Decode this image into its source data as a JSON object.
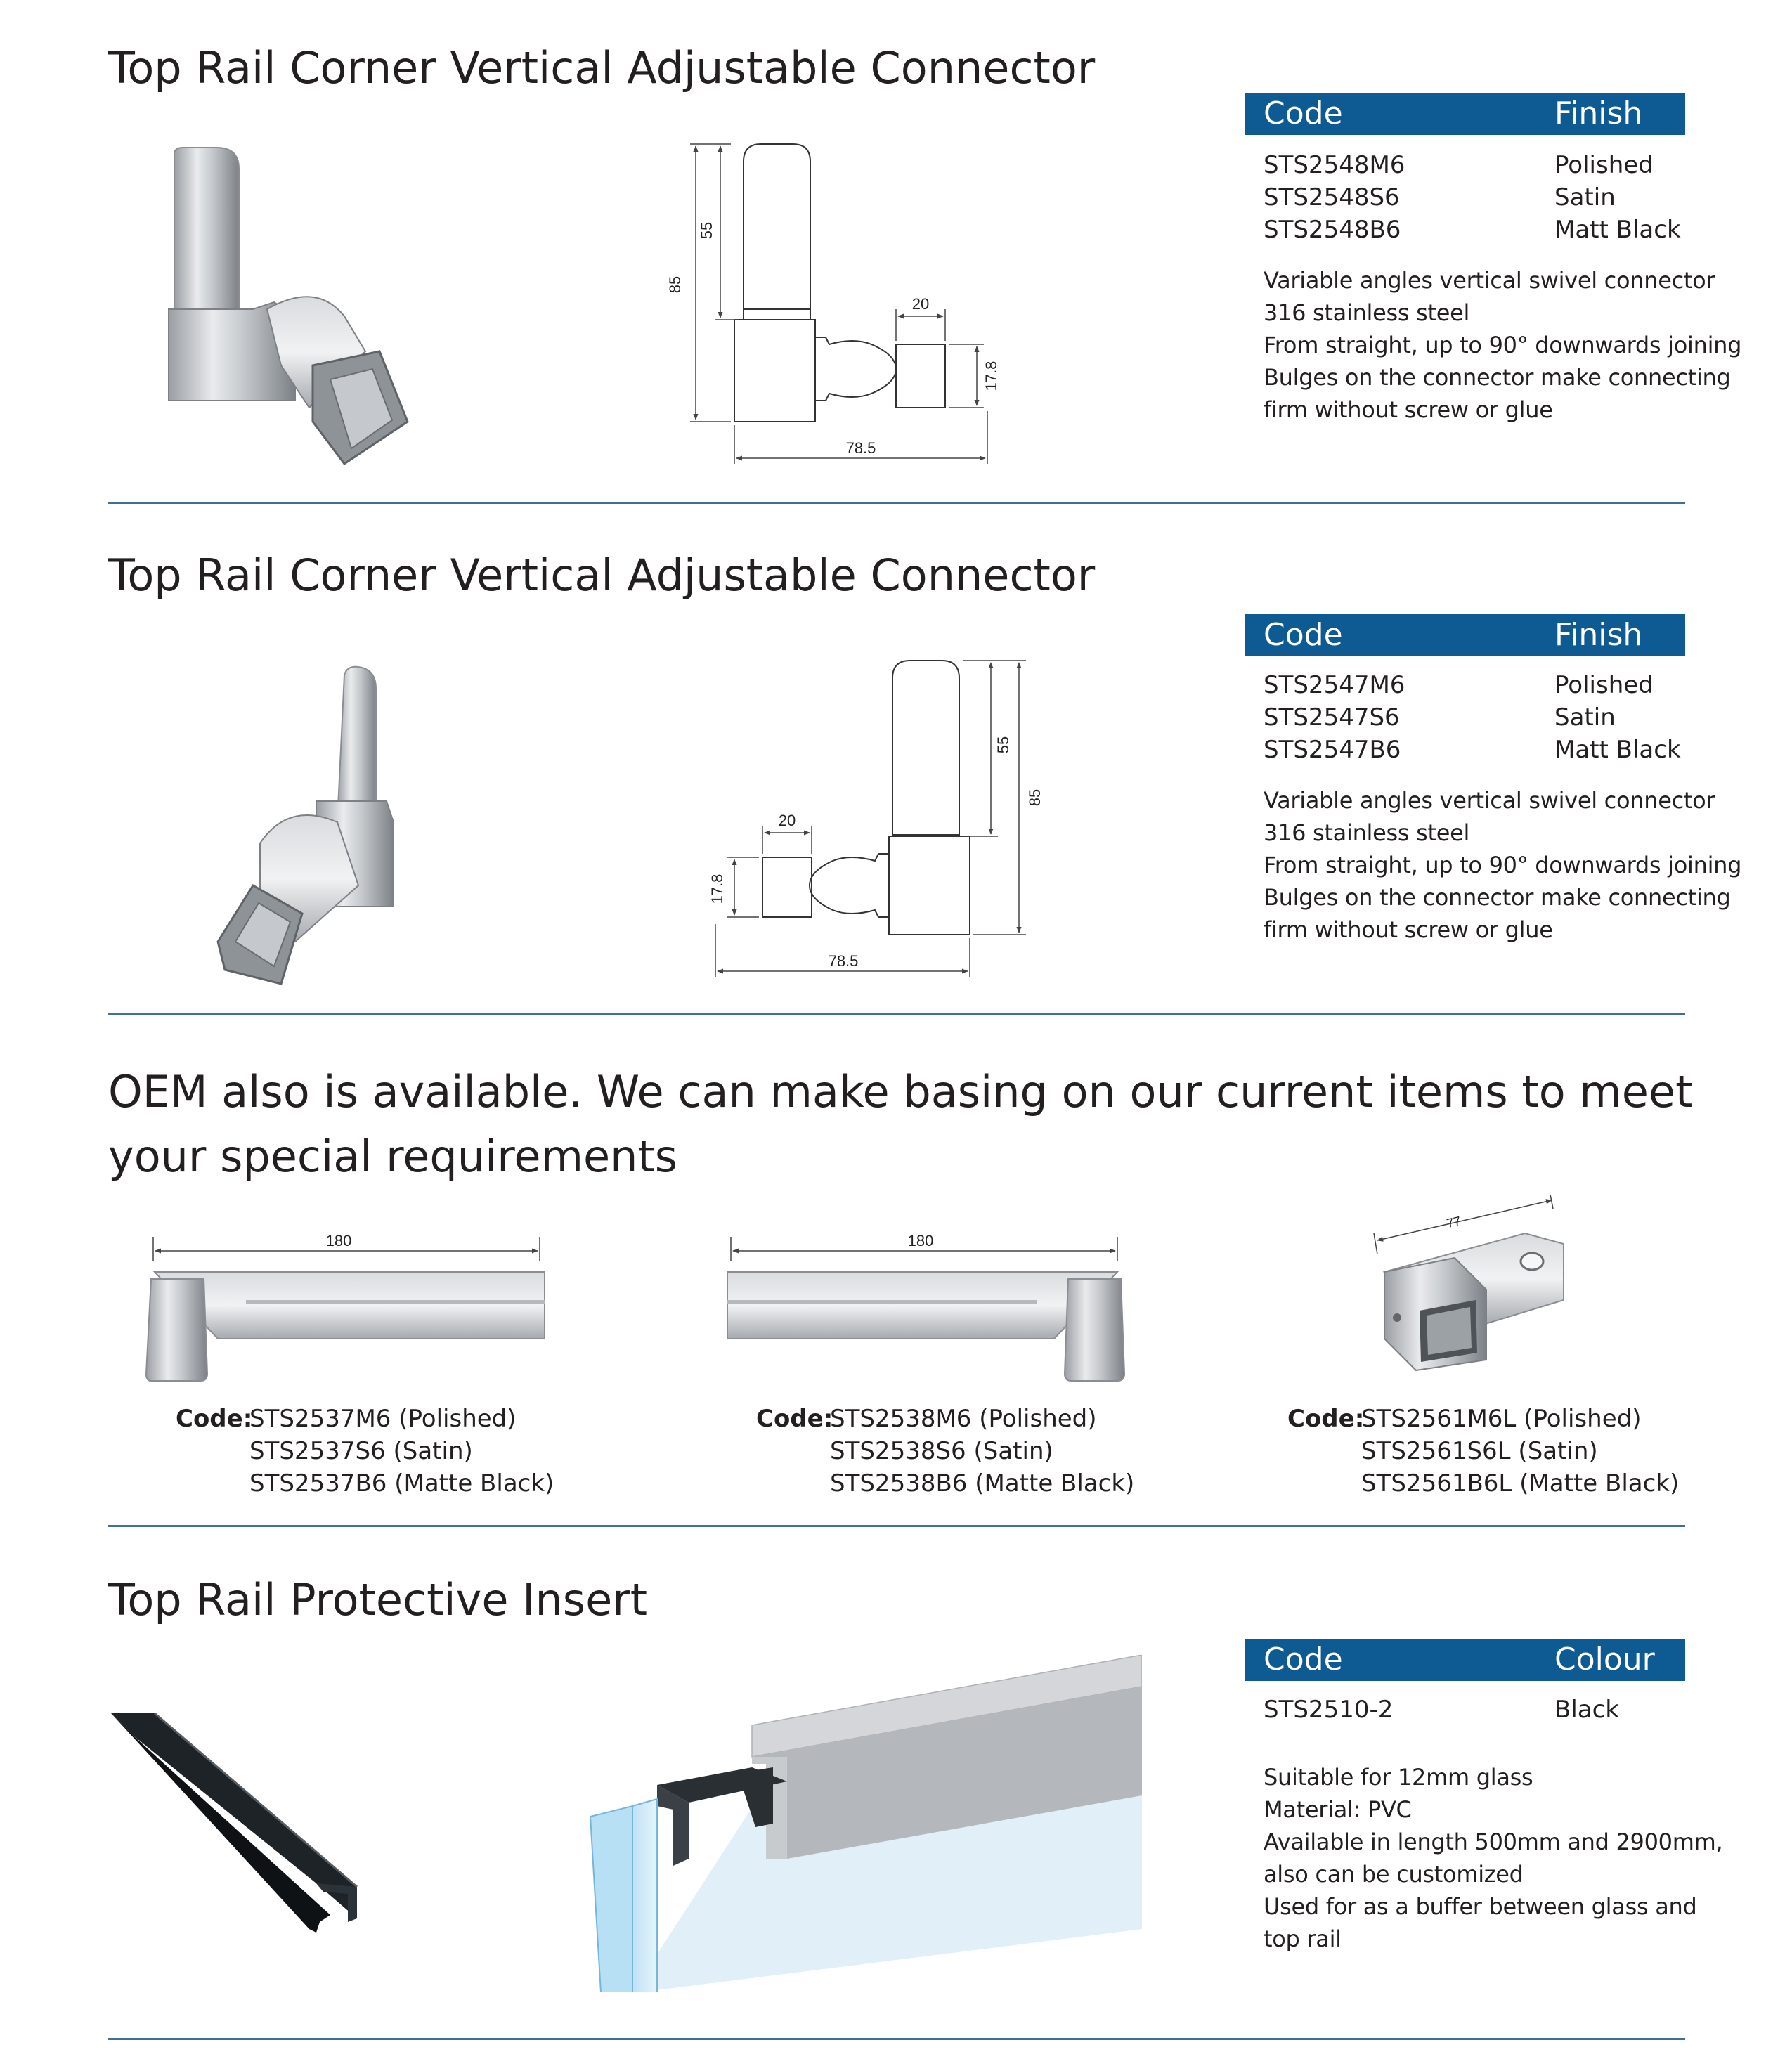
{
  "sections": [
    {
      "title": "Top Rail Corner Vertical Adjustable Connector",
      "table_headers": [
        "Code",
        "Finish"
      ],
      "rows": [
        {
          "code": "STS2548M6",
          "finish": "Polished"
        },
        {
          "code": "STS2548S6",
          "finish": "Satin"
        },
        {
          "code": "STS2548B6",
          "finish": "Matt Black"
        }
      ],
      "description": [
        "Variable angles vertical swivel connector",
        "316 stainless steel",
        "From straight, up to 90° downwards joining",
        "Bulges on the connector make connecting",
        "firm without screw or glue"
      ],
      "dims": {
        "d55": "55",
        "d85": "85",
        "d20": "20",
        "d178": "17.8",
        "d785": "78.5"
      }
    },
    {
      "title": "Top Rail Corner Vertical Adjustable Connector",
      "table_headers": [
        "Code",
        "Finish"
      ],
      "rows": [
        {
          "code": "STS2547M6",
          "finish": "Polished"
        },
        {
          "code": "STS2547S6",
          "finish": "Satin"
        },
        {
          "code": "STS2547B6",
          "finish": "Matt Black"
        }
      ],
      "description": [
        "Variable angles vertical swivel connector",
        "316 stainless steel",
        "From straight, up to 90° downwards joining",
        "Bulges on the connector make connecting",
        "firm without screw or glue"
      ],
      "dims": {
        "d55": "55",
        "d85": "85",
        "d20": "20",
        "d178": "17.8",
        "d785": "78.5"
      }
    }
  ],
  "oem": {
    "title": "OEM also is available. We can make basing on our current items to meet your special requirements",
    "code_label": "Code:",
    "items": [
      {
        "dim": "180",
        "codes": [
          "STS2537M6 (Polished)",
          "STS2537S6 (Satin)",
          "STS2537B6 (Matte Black)"
        ]
      },
      {
        "dim": "180",
        "codes": [
          "STS2538M6 (Polished)",
          "STS2538S6 (Satin)",
          "STS2538B6 (Matte Black)"
        ]
      },
      {
        "dim": "77",
        "codes": [
          "STS2561M6L (Polished)",
          "STS2561S6L (Satin)",
          "STS2561B6L (Matte Black)"
        ]
      }
    ]
  },
  "insert": {
    "title": "Top Rail Protective Insert",
    "table_headers": [
      "Code",
      "Colour"
    ],
    "rows": [
      {
        "code": "STS2510-2",
        "colour": "Black"
      }
    ],
    "description": [
      "Suitable for 12mm glass",
      "Material: PVC",
      "Available in length 500mm and 2900mm,",
      "also can be customized",
      "Used for as a buffer between glass and",
      "top rail"
    ]
  },
  "colors": {
    "header_blue": "#0e5a93",
    "divider_blue": "#3e6f96",
    "text": "#231f20"
  }
}
